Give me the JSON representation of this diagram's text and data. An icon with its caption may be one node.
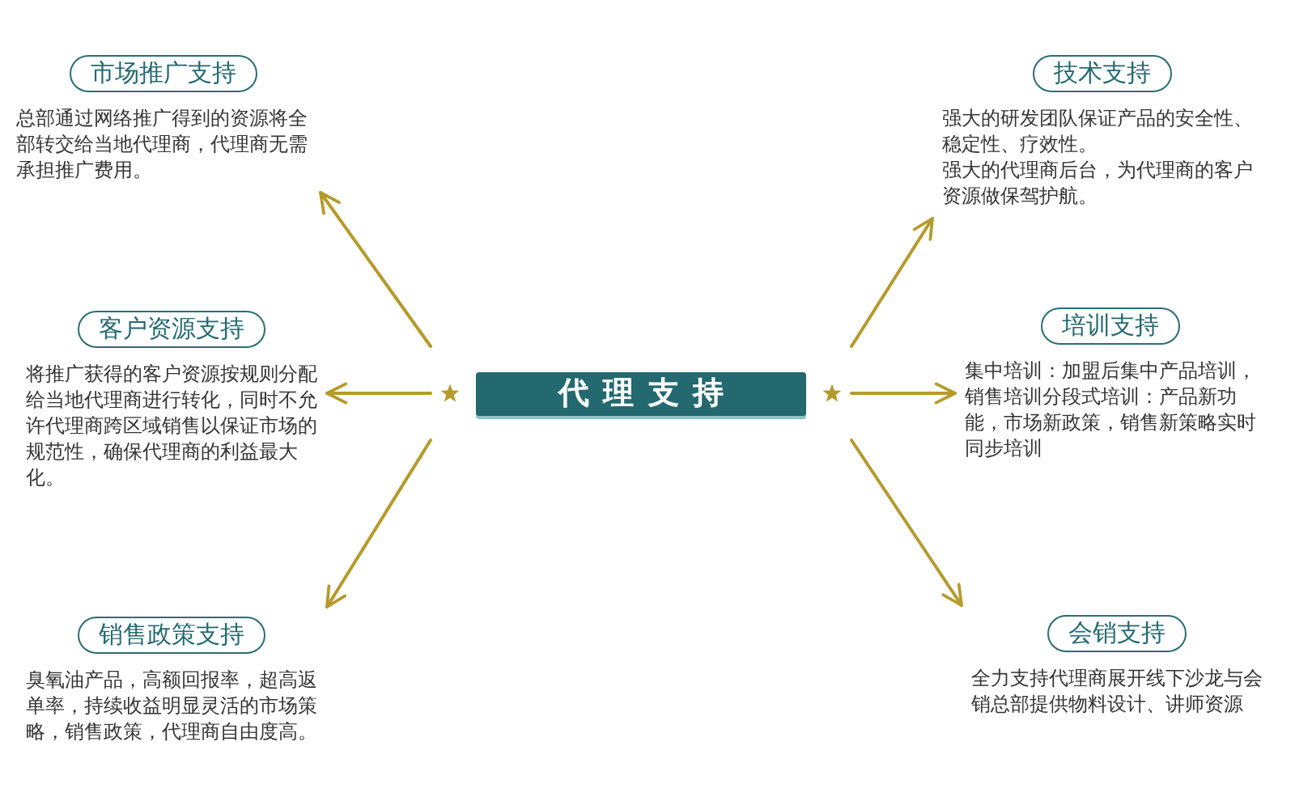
{
  "diagram": {
    "nodes": [
      {
        "text": [
          "代理支持"
        ]
      },
      {
        "text": [
          "市场推广支持",
          "总部通过网络推广得到的资源将全部转交给当地代理商，代理商无需承担推广费用。"
        ]
      },
      {
        "text": [
          "技术支持",
          "强大的研发团队保证产品的安全性、稳定性、疗效性。",
          "强大的代理商后台，为代理商的客户资源做保驾护航。"
        ]
      },
      {
        "text": [
          "客户资源支持",
          "将推广获得的客户资源按规则分配给当地代理商进行转化，同时不允许代理商跨区域销售以保证市场的规范性，确保代理商的利益最大化。"
        ]
      },
      {
        "text": [
          "培训支持",
          "集中培训：加盟后集中产品培训，销售培训分段式培训：产品新功能，市场新政策，销售新策略实时同步培训"
        ]
      },
      {
        "text": [
          "销售政策支持",
          "臭氧油产品，高额回报率，超高返单率，持续收益明显灵活的市场策略，销售政策，代理商自由度高。"
        ]
      },
      {
        "text": [
          "会销支持",
          "全力支持代理商展开线下沙龙与会销总部提供物料设计、讲师资源"
        ]
      }
    ],
    "edges": [
      {
        "from": 0,
        "to": 1,
        "arrow": "to"
      },
      {
        "from": 0,
        "to": 2,
        "arrow": "to"
      },
      {
        "from": 0,
        "to": 3,
        "arrow": "to"
      },
      {
        "from": 0,
        "to": 4,
        "arrow": "to"
      },
      {
        "from": 0,
        "to": 5,
        "arrow": "to"
      },
      {
        "from": 0,
        "to": 6,
        "arrow": "to"
      }
    ]
  }
}
